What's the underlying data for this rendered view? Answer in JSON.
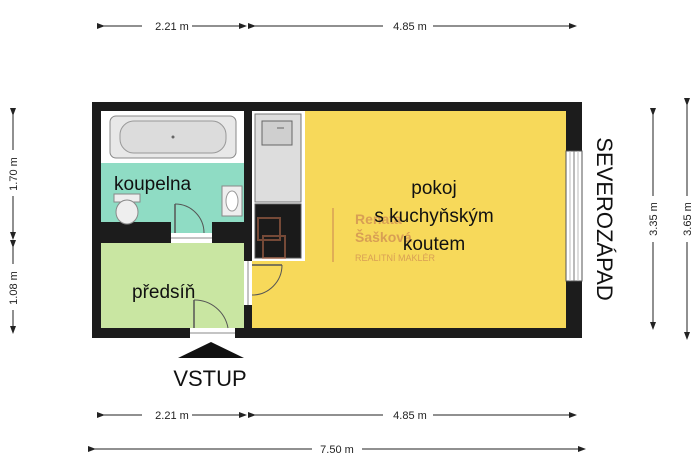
{
  "dimensions": {
    "top_left": "2.21 m",
    "top_right": "4.85 m",
    "bottom_left": "2.21 m",
    "bottom_right": "4.85 m",
    "total_width": "7.50 m",
    "left_upper": "1.70 m",
    "left_lower": "1.08 m",
    "right_inner": "3.35 m",
    "right_outer": "3.65 m"
  },
  "rooms": {
    "bathroom": "koupelna",
    "hall": "předsíň",
    "main_line1": "pokoj",
    "main_line2": "s kuchyňským",
    "main_line3": "koutem"
  },
  "labels": {
    "entrance": "VSTUP",
    "orientation": "SEVEROZÁPAD"
  },
  "watermark": {
    "name_line1": "Renata",
    "name_line2": "Šašková",
    "subtitle": "REALITNÍ MAKLÉR"
  },
  "colors": {
    "wall": "#1c1c1c",
    "bathroom": "#8fdcc4",
    "hall": "#c9e6a2",
    "living": "#f7d95a"
  }
}
